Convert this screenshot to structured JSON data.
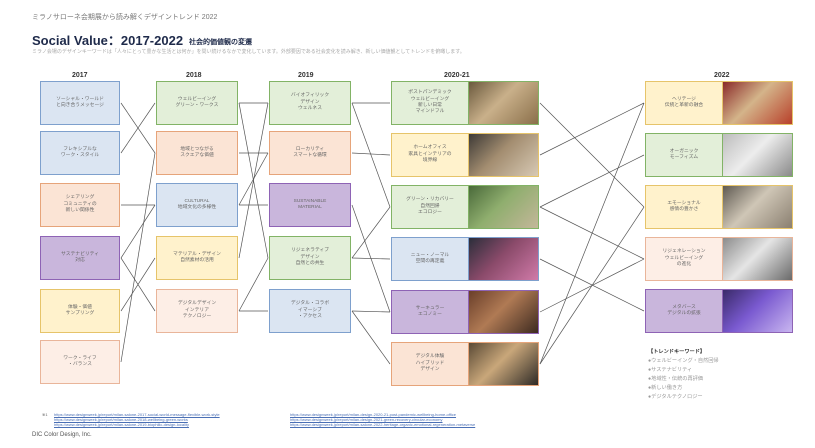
{
  "header": {
    "kicker": "ミラノサローネ会期展から読み解くデザイントレンド 2022",
    "title": "Social Value：2017-2022",
    "subtitle": "社会的価値観の変遷",
    "description": "ミラノ会場のデザインキーワードは「人々にとって豊かな生活とは何か」を問い続けるなかで変化しています。外部要因である社会変化を読み解き、新しい価値観としてトレンドを俯瞰します。"
  },
  "years": [
    "2017",
    "2018",
    "2019",
    "2020-21",
    "2022"
  ],
  "columns": [
    {
      "id": "2017",
      "items": [
        {
          "text": "ソーシャル・ワールド\nと向き合うメッセージ",
          "color": "blue"
        },
        {
          "text": "フレキシブルな\nワーク・スタイル",
          "color": "blue"
        },
        {
          "text": "シェアリング\nコミュニティの\n新しい関係性",
          "color": "orange"
        },
        {
          "text": "サステナビリティ\n対応",
          "color": "purple"
        },
        {
          "text": "体験・価値\nサンプリング",
          "color": "yellow"
        },
        {
          "text": "ワーク・ライフ\n・バランス",
          "color": "peach"
        }
      ]
    },
    {
      "id": "2018",
      "items": [
        {
          "text": "ウェルビーイング\nグリーン・ワークス",
          "color": "green"
        },
        {
          "text": "地域とつながる\nスクエアな価値",
          "color": "orange"
        },
        {
          "text": "CULTURAL\n地域文化の多様性",
          "color": "blue"
        },
        {
          "text": "マテリアル・デザイン\n自然素材の活用",
          "color": "yellow"
        },
        {
          "text": "デジタルデザイン\nインテリア\nテクノロジー",
          "color": "peach"
        }
      ]
    },
    {
      "id": "2019",
      "items": [
        {
          "text": "バイオフィリック\nデザイン\nウェルネス",
          "color": "green"
        },
        {
          "text": "ローカリティ\nスマートな循環",
          "color": "orange"
        },
        {
          "text": "SUSTAINABLE\nMATERIAL",
          "color": "purple"
        },
        {
          "text": "リジェネラティブ\nデザイン\n自然との共生",
          "color": "green"
        },
        {
          "text": "デジタル・コラボ\nイマーシブ\n・アクセス",
          "color": "blue"
        }
      ]
    },
    {
      "id": "2020-21",
      "items": [
        {
          "text": "ポストパンデミック\nウェルビーイング\n新しい日常\nマインドフル",
          "color": "green"
        },
        {
          "text": "ホームオフィス\n家具とインテリアの\n境界線",
          "color": "yellow"
        },
        {
          "text": "グリーン・リカバリー\n自然回帰\nエコロジー",
          "color": "green"
        },
        {
          "text": "ニュー・ノーマル\n空間の再定義",
          "color": "blue"
        },
        {
          "text": "サーキュラー\nエコノミー",
          "color": "purple"
        },
        {
          "text": "デジタル体験\nハイブリッド\nデザイン",
          "color": "orange"
        }
      ]
    },
    {
      "id": "2022",
      "items": [
        {
          "text": "ヘリテージ\n伝統と革新の融合",
          "color": "yellow"
        },
        {
          "text": "オーガニック\nモーフィズム",
          "color": "green"
        },
        {
          "text": "エモーショナル\n感情の豊かさ",
          "color": "yellow"
        },
        {
          "text": "リジェネレーション\nウェルビーイング\nの進化",
          "color": "peach"
        },
        {
          "text": "メタバース\nデジタルの拡張",
          "color": "purple"
        }
      ]
    }
  ],
  "legend": {
    "heading": "【トレンドキーワード】",
    "items": [
      "●ウェルビーイング・自然回帰",
      "●サステナビリティ",
      "●地域性・伝統の再評価",
      "●新しい働き方",
      "●デジタルテクノロジー"
    ]
  },
  "notes": {
    "label": "※1",
    "links": [
      "https://www.designweek.jp/report/milan-salone-2017-social-world-message-flexible-work-style",
      "https://www.designweek.jp/report/milan-salone-2018-wellbeing-green-works",
      "https://www.designweek.jp/report/milan-salone-2019-biophilic-design-locality",
      "https://www.designweek.jp/report/milan-design-2020-21-post-pandemic-wellbeing-home-office",
      "https://www.designweek.jp/report/milan-design-2021-green-recovery-circular-economy",
      "https://www.designweek.jp/report/milan-salone-2022-heritage-organic-emotional-regeneration-metaverse"
    ]
  },
  "footer": "DIC Color Design, Inc.",
  "colors": {
    "blue": "#dbe5f2",
    "green": "#e3efd9",
    "orange": "#fbe4d5",
    "purple": "#c9b6dc",
    "yellow": "#fff2cc",
    "peach": "#fdeee6",
    "title": "#1e2a4a"
  }
}
